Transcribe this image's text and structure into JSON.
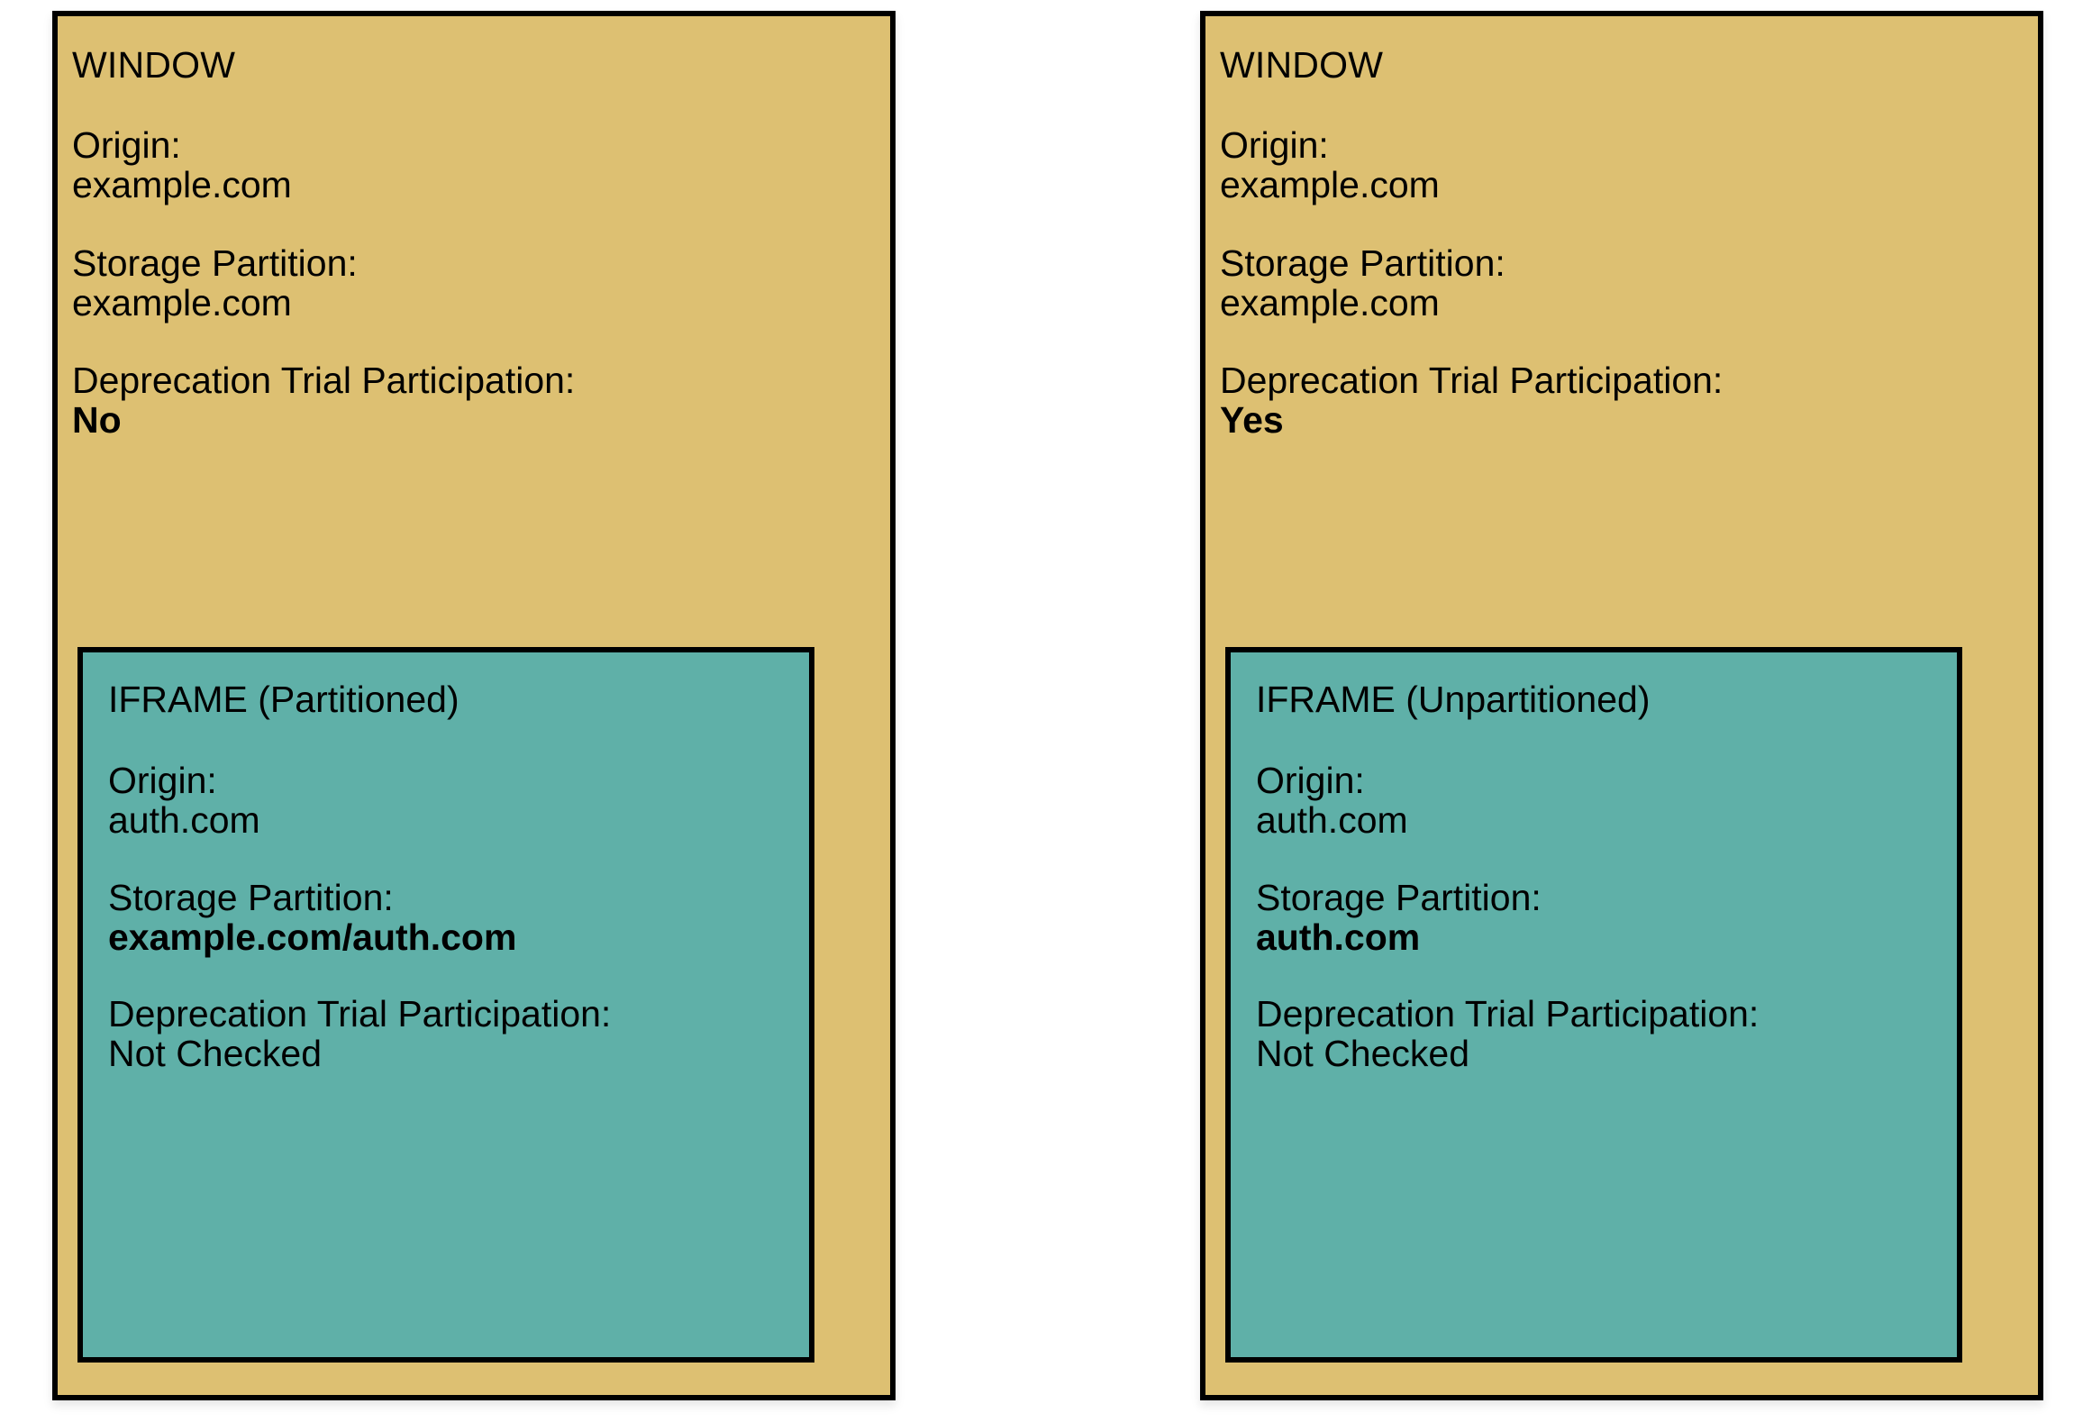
{
  "colors": {
    "window_fill": "#DDC072",
    "iframe_fill": "#5FB0A8",
    "border": "#000000",
    "page_background": "#FFFFFF",
    "text": "#000000"
  },
  "labels": {
    "origin": "Origin:",
    "storage_partition": "Storage Partition:",
    "deprecation_trial": "Deprecation Trial Participation:"
  },
  "panels": [
    {
      "title": "WINDOW",
      "origin_value": "example.com",
      "storage_partition_value": "example.com",
      "deprecation_trial_value": "No",
      "deprecation_trial_bold": true,
      "iframe": {
        "title": "IFRAME (Partitioned)",
        "origin_value": "auth.com",
        "storage_partition_value": "example.com/auth.com",
        "storage_partition_bold": true,
        "deprecation_trial_value": "Not Checked",
        "deprecation_trial_bold": false
      }
    },
    {
      "title": "WINDOW",
      "origin_value": "example.com",
      "storage_partition_value": "example.com",
      "deprecation_trial_value": "Yes",
      "deprecation_trial_bold": true,
      "iframe": {
        "title": "IFRAME (Unpartitioned)",
        "origin_value": "auth.com",
        "storage_partition_value": "auth.com",
        "storage_partition_bold": true,
        "deprecation_trial_value": "Not Checked",
        "deprecation_trial_bold": false
      }
    }
  ]
}
